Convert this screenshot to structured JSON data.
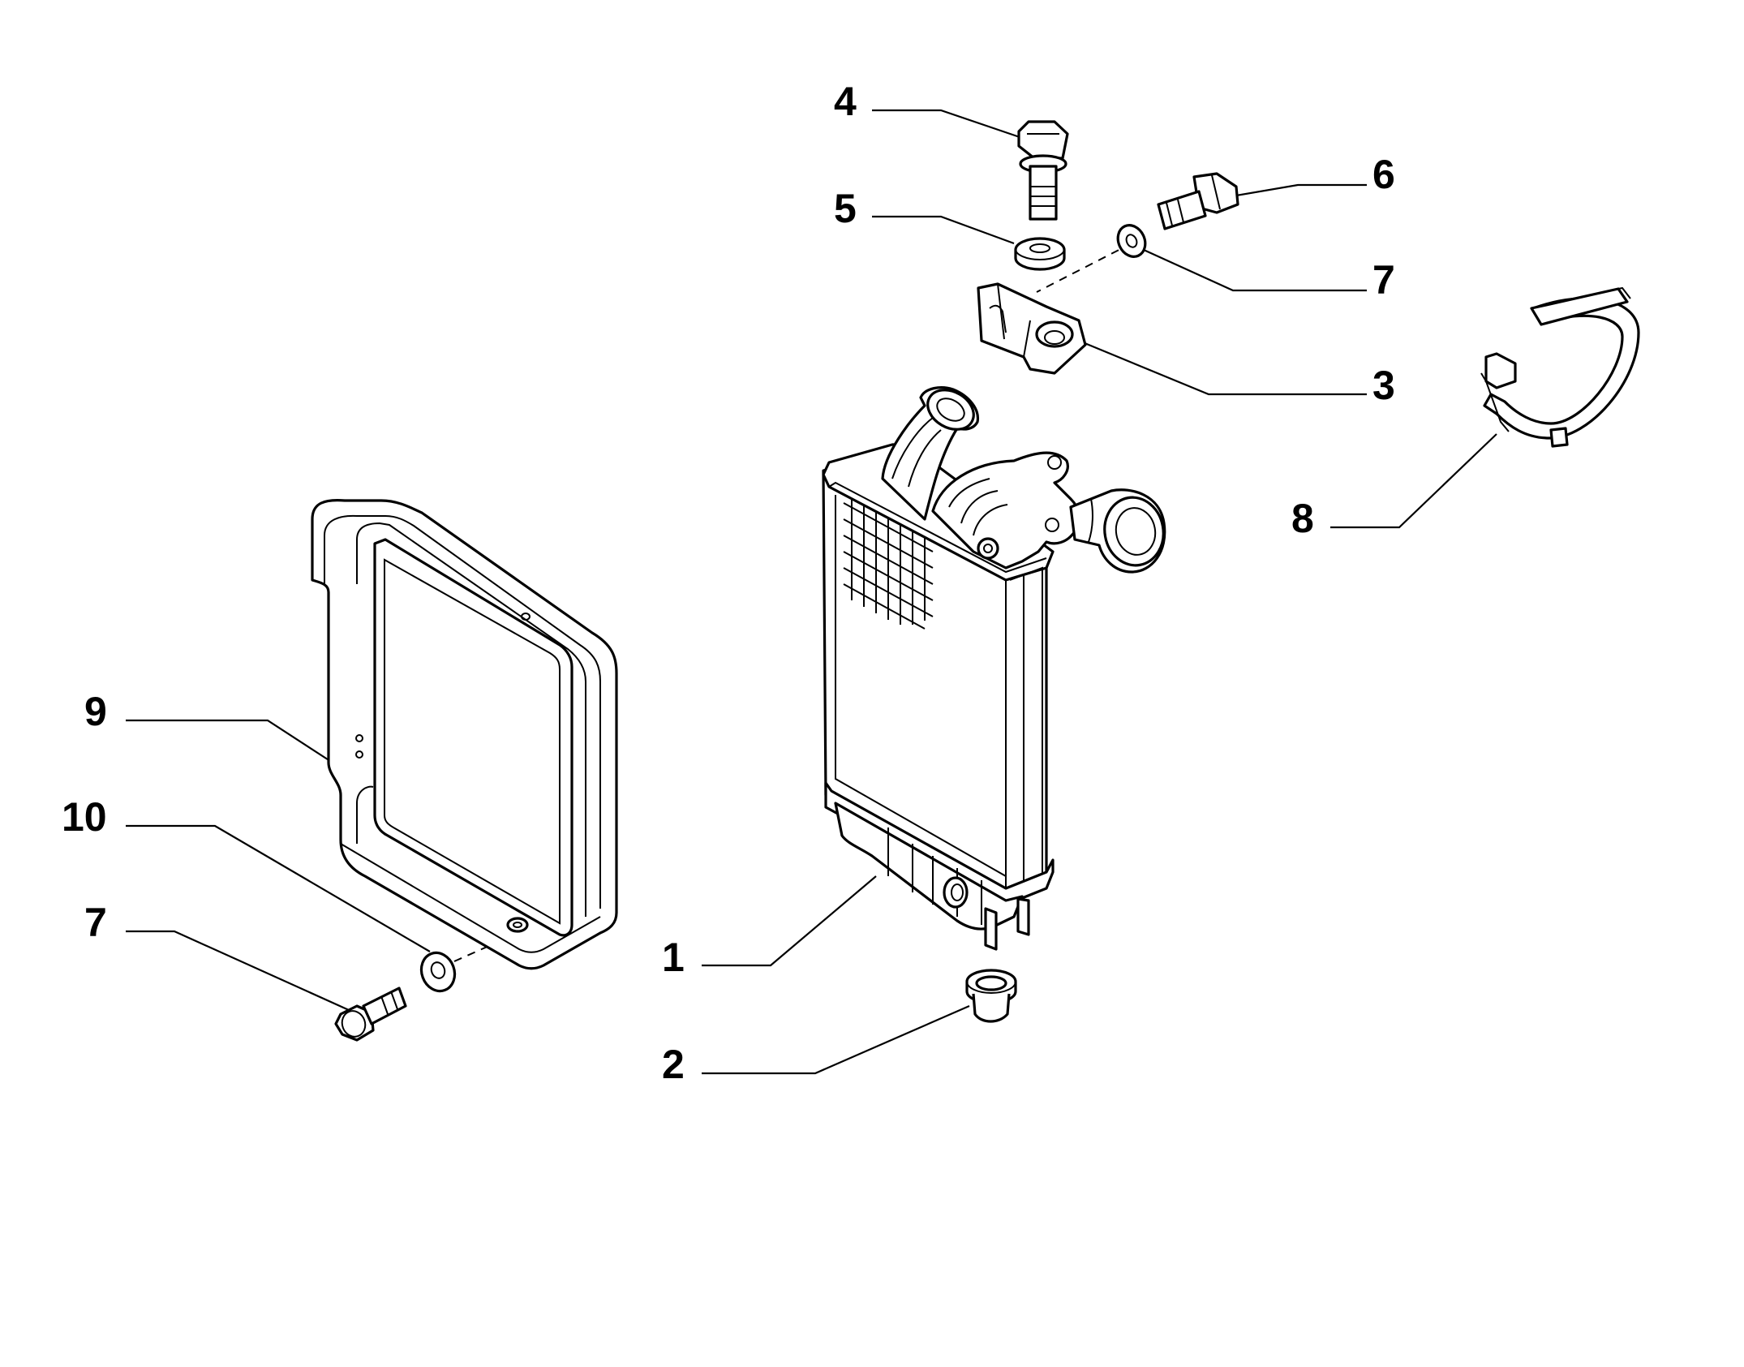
{
  "callouts": [
    {
      "id": "c4",
      "text": "4"
    },
    {
      "id": "c5",
      "text": "5"
    },
    {
      "id": "c6",
      "text": "6"
    },
    {
      "id": "c7a",
      "text": "7"
    },
    {
      "id": "c3",
      "text": "3"
    },
    {
      "id": "c8",
      "text": "8"
    },
    {
      "id": "c9",
      "text": "9"
    },
    {
      "id": "c10",
      "text": "10"
    },
    {
      "id": "c7b",
      "text": "7"
    },
    {
      "id": "c1",
      "text": "1"
    },
    {
      "id": "c2",
      "text": "2"
    }
  ],
  "parts": [
    {
      "number": "1",
      "part": "intercooler-icon"
    },
    {
      "number": "2",
      "part": "grommet-icon"
    },
    {
      "number": "3",
      "part": "mounting-bracket-icon"
    },
    {
      "number": "4",
      "part": "hex-bolt-icon"
    },
    {
      "number": "5",
      "part": "rubber-washer-icon"
    },
    {
      "number": "6",
      "part": "hex-bolt-icon"
    },
    {
      "number": "7",
      "part": "washer-icon"
    },
    {
      "number": "8",
      "part": "strap-clamp-icon"
    },
    {
      "number": "9",
      "part": "frame-seal-icon"
    },
    {
      "number": "10",
      "part": "washer-icon"
    }
  ],
  "colors": {
    "ink": "#000000",
    "background": "#ffffff"
  }
}
